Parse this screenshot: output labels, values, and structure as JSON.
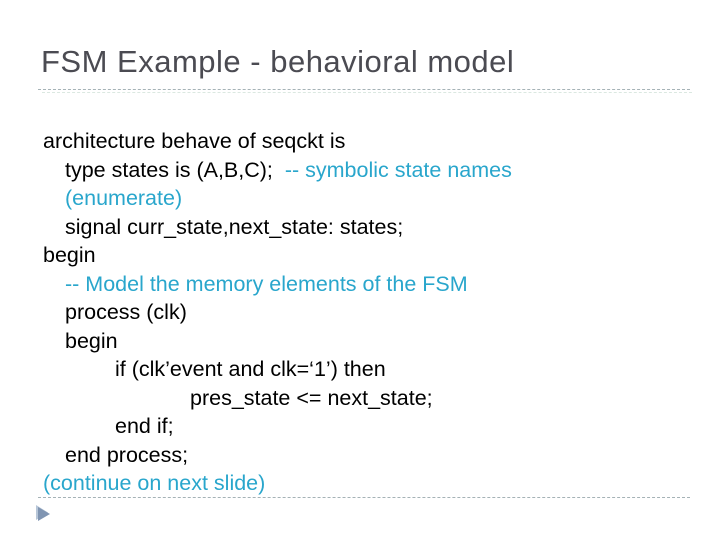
{
  "slide": {
    "title": "FSM Example - behavioral model"
  },
  "colors": {
    "title": "#4b4b52",
    "code": "#000000",
    "comment": "#29a6cc",
    "rule": "#a5b2b6",
    "arrow_light": "#b7c6d8",
    "arrow_dark": "#8095b2"
  },
  "icons": {
    "footer_arrow": "next-slide-arrow"
  },
  "code_lines": [
    {
      "indent": 0,
      "segments": [
        {
          "text": "architecture behave of seqckt is",
          "color": "code"
        }
      ]
    },
    {
      "indent": 1,
      "segments": [
        {
          "text": "type states is (A,B,C);  ",
          "color": "code"
        },
        {
          "text": "-- symbolic state names",
          "color": "comment"
        }
      ]
    },
    {
      "indent": 1,
      "segments": [
        {
          "text": "(enumerate)",
          "color": "comment"
        }
      ]
    },
    {
      "indent": 1,
      "segments": [
        {
          "text": "signal curr_state,next_state: states;",
          "color": "code"
        }
      ]
    },
    {
      "indent": 0,
      "segments": [
        {
          "text": "begin",
          "color": "code"
        }
      ]
    },
    {
      "indent": 1,
      "segments": [
        {
          "text": "-- Model the memory elements of the FSM",
          "color": "comment"
        }
      ]
    },
    {
      "indent": 1,
      "segments": [
        {
          "text": "process (clk)",
          "color": "code"
        }
      ]
    },
    {
      "indent": 1,
      "segments": [
        {
          "text": "begin",
          "color": "code"
        }
      ]
    },
    {
      "indent": 2,
      "segments": [
        {
          "text": "if (clk’event and clk=‘1’) then",
          "color": "code"
        }
      ]
    },
    {
      "indent": 3,
      "segments": [
        {
          "text": "pres_state <= next_state;",
          "color": "code"
        }
      ]
    },
    {
      "indent": 2,
      "segments": [
        {
          "text": "end if;",
          "color": "code"
        }
      ]
    },
    {
      "indent": 1,
      "segments": [
        {
          "text": "end process;",
          "color": "code"
        }
      ]
    },
    {
      "indent": 0,
      "segments": [
        {
          "text": "(continue on next slide)",
          "color": "comment"
        }
      ]
    }
  ]
}
